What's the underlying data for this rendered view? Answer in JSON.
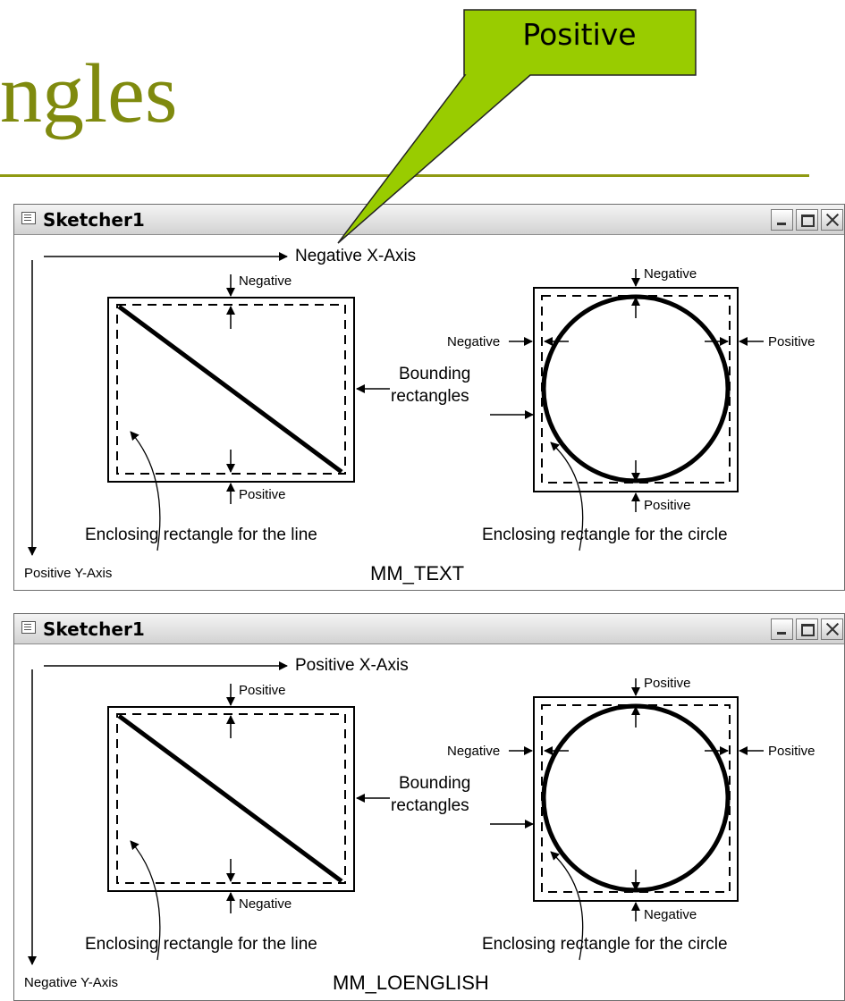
{
  "slide": {
    "title": "ngles"
  },
  "callout": {
    "text": "Positive",
    "color": "#99cc00"
  },
  "windows": [
    {
      "title": "Sketcher1",
      "x_axis": "Negative X-Axis",
      "y_axis": "Positive Y-Axis",
      "mode": "MM_TEXT",
      "line_top": "Negative",
      "line_bottom": "Positive",
      "circle_top": "Negative",
      "circle_bottom": "Positive",
      "circle_left": "Negative",
      "circle_right": "Positive",
      "bounding": [
        "Bounding",
        "rectangles"
      ],
      "enclosing_line": "Enclosing rectangle for the line",
      "enclosing_circle": "Enclosing rectangle for the circle"
    },
    {
      "title": "Sketcher1",
      "x_axis": "Positive X-Axis",
      "y_axis": "Negative Y-Axis",
      "mode": "MM_LOENGLISH",
      "line_top": "Positive",
      "line_bottom": "Negative",
      "circle_top": "Positive",
      "circle_bottom": "Negative",
      "circle_left": "Negative",
      "circle_right": "Positive",
      "bounding": [
        "Bounding",
        "rectangles"
      ],
      "enclosing_line": "Enclosing rectangle for the line",
      "enclosing_circle": "Enclosing rectangle for the circle"
    }
  ]
}
